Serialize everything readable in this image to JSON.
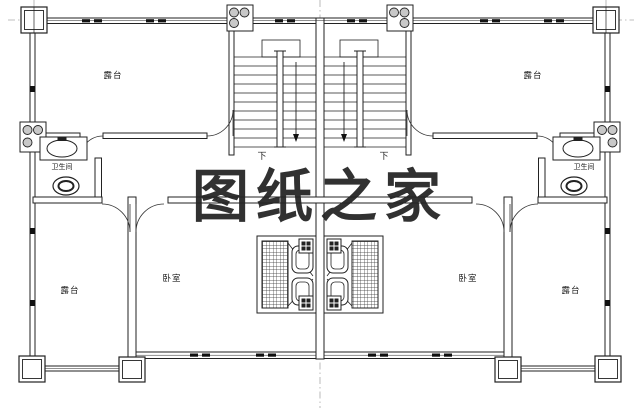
{
  "watermark": {
    "text": "图纸之家",
    "color": "#d23c3c"
  },
  "rooms": {
    "terrace_top_left": "露台",
    "terrace_top_right": "露台",
    "bathroom_left": "卫生间",
    "bathroom_right": "卫生间",
    "bedroom_left": "卧室",
    "bedroom_right": "卧室",
    "terrace_bottom_left": "露台",
    "terrace_bottom_right": "露台"
  },
  "stairs": {
    "down_left": "下",
    "down_right": "下"
  },
  "colors": {
    "line": "#222222",
    "watermark": "#d23c3c",
    "background": "#ffffff"
  }
}
